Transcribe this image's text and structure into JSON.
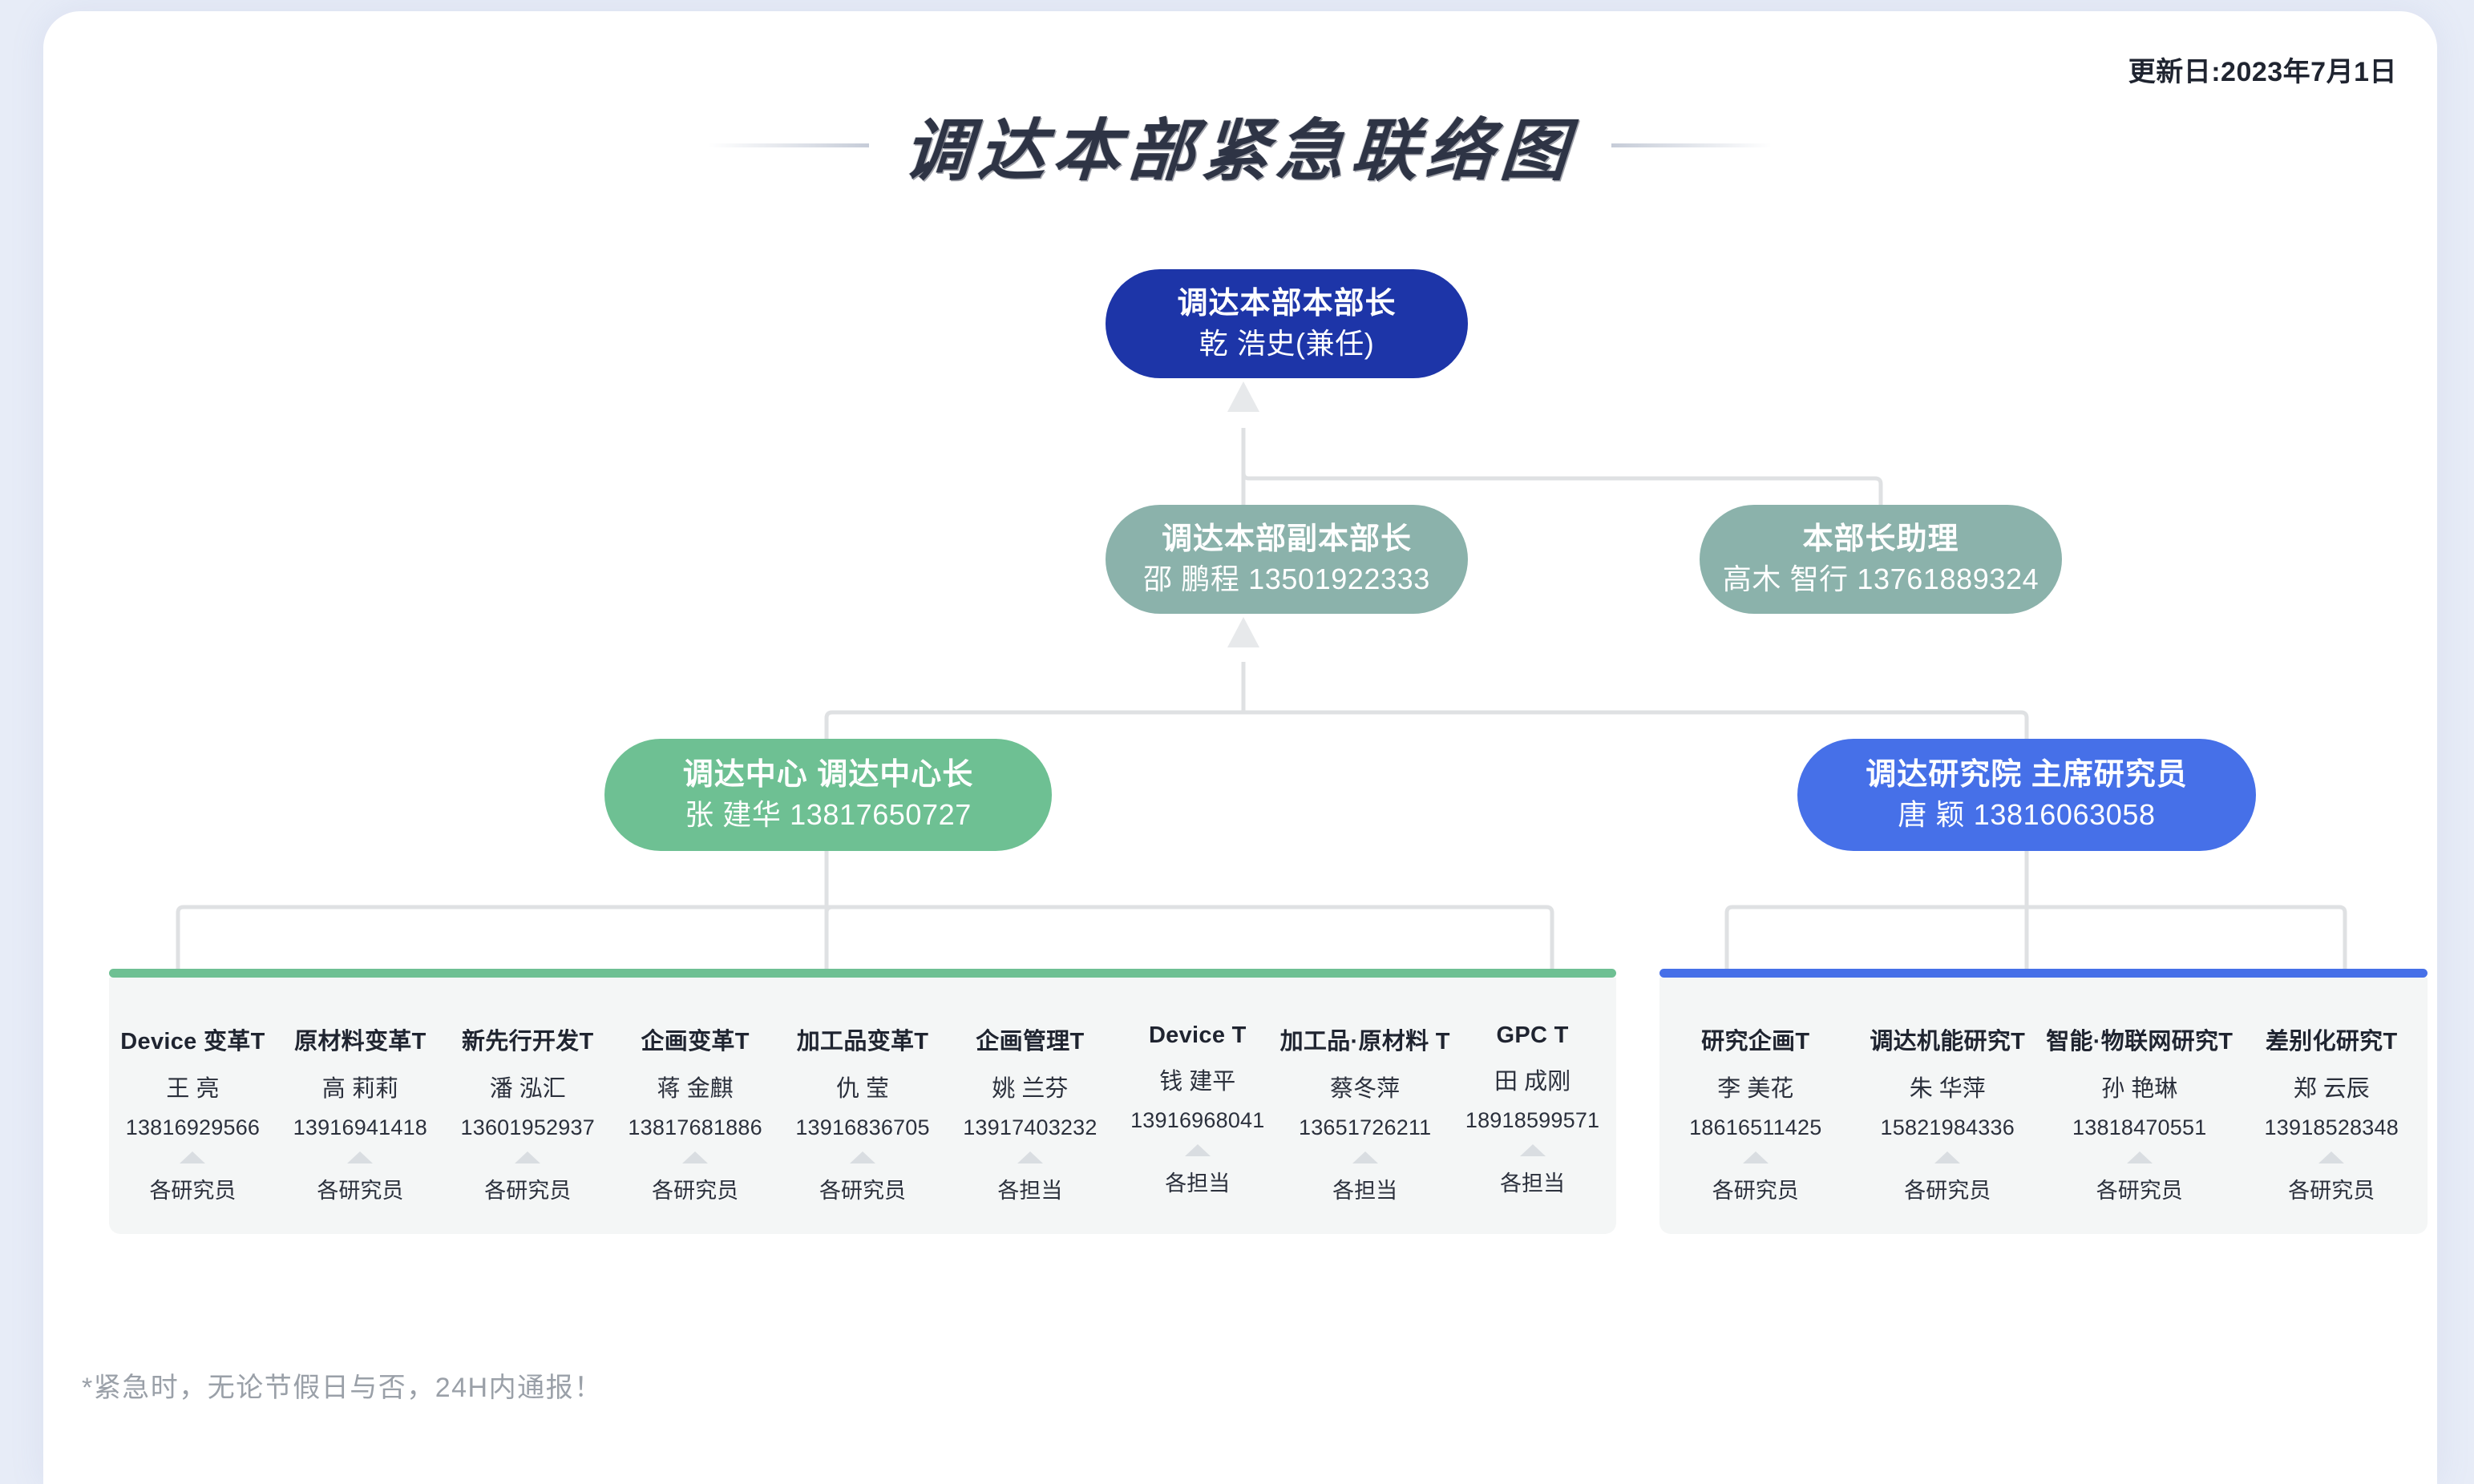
{
  "header": {
    "update_date": "更新日:2023年7月1日",
    "title": "调达本部紧急联络图"
  },
  "colors": {
    "page_bg": "#e7ecf7",
    "card_bg": "#ffffff",
    "head_node": "#1d35a8",
    "sage_node": "#8bb2ab",
    "green_node": "#6ec093",
    "blue_node": "#4670e8",
    "panel_bg": "#f4f6f6",
    "wire": "#dfe1e3",
    "triangle": "#d9dde1",
    "footnote_text": "#9aa0a8"
  },
  "nodes": {
    "head": {
      "role": "调达本部本部长",
      "person": "乾 浩史(兼任)"
    },
    "deputy": {
      "role": "调达本部副本部长",
      "person": "邵 鹏程 13501922333"
    },
    "assistant": {
      "role": "本部长助理",
      "person": "高木 智行 13761889324"
    },
    "center": {
      "role": "调达中心 调达中心长",
      "person": "张 建华 13817650727"
    },
    "institute": {
      "role": "调达研究院 主席研究员",
      "person": "唐 颖 13816063058"
    }
  },
  "left_group": {
    "columns": [
      {
        "team": "Device 变革T",
        "name": "王 亮",
        "phone": "13816929566",
        "role": "各研究员"
      },
      {
        "team": "原材料变革T",
        "name": "高 莉莉",
        "phone": "13916941418",
        "role": "各研究员"
      },
      {
        "team": "新先行开发T",
        "name": "潘 泓汇",
        "phone": "13601952937",
        "role": "各研究员"
      },
      {
        "team": "企画变革T",
        "name": "蒋 金麒",
        "phone": "13817681886",
        "role": "各研究员"
      },
      {
        "team": "加工品变革T",
        "name": "仇 莹",
        "phone": "13916836705",
        "role": "各研究员"
      },
      {
        "team": "企画管理T",
        "name": "姚 兰芬",
        "phone": "13917403232",
        "role": "各担当"
      },
      {
        "team": "Device T",
        "name": "钱 建平",
        "phone": "13916968041",
        "role": "各担当"
      },
      {
        "team": "加工品·原材料 T",
        "name": "蔡冬萍",
        "phone": "13651726211",
        "role": "各担当"
      },
      {
        "team": "GPC T",
        "name": "田 成刚",
        "phone": "18918599571",
        "role": "各担当"
      }
    ]
  },
  "right_group": {
    "columns": [
      {
        "team": "研究企画T",
        "name": "李 美花",
        "phone": "18616511425",
        "role": "各研究员"
      },
      {
        "team": "调达机能研究T",
        "name": "朱 华萍",
        "phone": "15821984336",
        "role": "各研究员"
      },
      {
        "team": "智能·物联网研究T",
        "name": "孙 艳琳",
        "phone": "13818470551",
        "role": "各研究员"
      },
      {
        "team": "差别化研究T",
        "name": "郑 云辰",
        "phone": "13918528348",
        "role": "各研究员"
      }
    ]
  },
  "footnote": "*紧急时，无论节假日与否，24H内通报！"
}
